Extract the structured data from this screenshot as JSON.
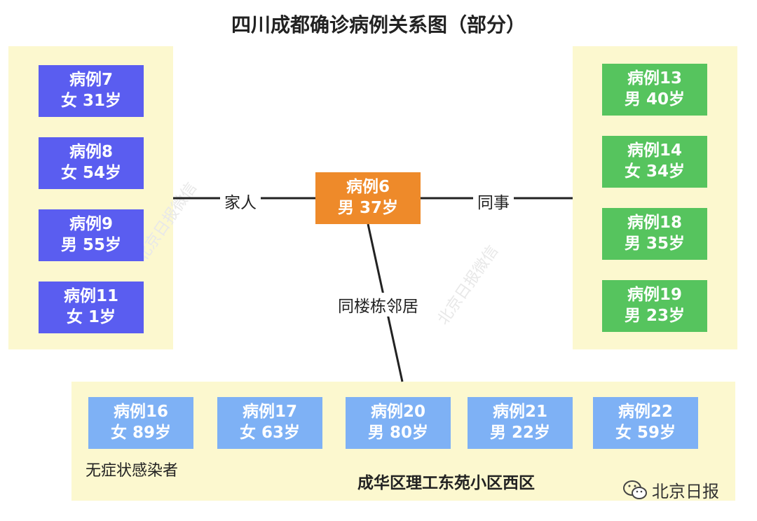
{
  "title": "四川成都确诊病例关系图（部分）",
  "center": {
    "case": "病例6",
    "info": "男 37岁"
  },
  "relations": {
    "family": "家人",
    "colleague": "同事",
    "neighbor": "同楼栋邻居"
  },
  "family_cases": [
    {
      "case": "病例7",
      "info": "女 31岁"
    },
    {
      "case": "病例8",
      "info": "女 54岁"
    },
    {
      "case": "病例9",
      "info": "男 55岁"
    },
    {
      "case": "病例11",
      "info": "女 1岁"
    }
  ],
  "colleague_cases": [
    {
      "case": "病例13",
      "info": "男 40岁"
    },
    {
      "case": "病例14",
      "info": "女 34岁"
    },
    {
      "case": "病例18",
      "info": "男 35岁"
    },
    {
      "case": "病例19",
      "info": "男 23岁"
    }
  ],
  "neighbor_cases": [
    {
      "case": "病例16",
      "info": "女 89岁"
    },
    {
      "case": "病例17",
      "info": "女 63岁"
    },
    {
      "case": "病例20",
      "info": "男 80岁"
    },
    {
      "case": "病例21",
      "info": "男 22岁"
    },
    {
      "case": "病例22",
      "info": "女 59岁"
    }
  ],
  "asymptomatic_note": "无症状感染者",
  "community": "成华区理工东苑小区西区",
  "watermark": "北京日报微信",
  "brand": "北京日报",
  "colors": {
    "family": "#5a5df0",
    "colleague": "#56c45e",
    "neighbor": "#7eb1f5",
    "center": "#ee8a2a",
    "panel": "#fcf8cf"
  }
}
